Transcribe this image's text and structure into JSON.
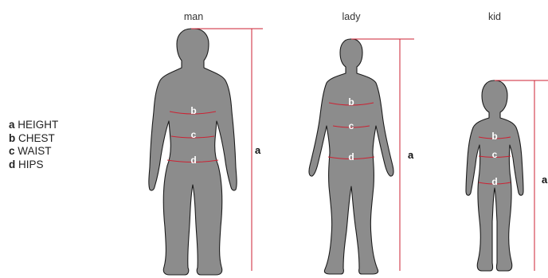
{
  "legend": [
    {
      "letter": "a",
      "name": "HEIGHT"
    },
    {
      "letter": "b",
      "name": "CHEST"
    },
    {
      "letter": "c",
      "name": "WAIST"
    },
    {
      "letter": "d",
      "name": "HIPS"
    }
  ],
  "figures": {
    "man": {
      "label": "man",
      "height_mark": "a",
      "marks": [
        "b",
        "c",
        "d"
      ]
    },
    "lady": {
      "label": "lady",
      "height_mark": "a",
      "marks": [
        "b",
        "c",
        "d"
      ]
    },
    "kid": {
      "label": "kid",
      "height_mark": "a",
      "marks": [
        "b",
        "c",
        "d"
      ]
    }
  },
  "colors": {
    "measure_line": "#cc2233",
    "silhouette": "#8c8c8c",
    "outline": "#1c1c1c"
  }
}
